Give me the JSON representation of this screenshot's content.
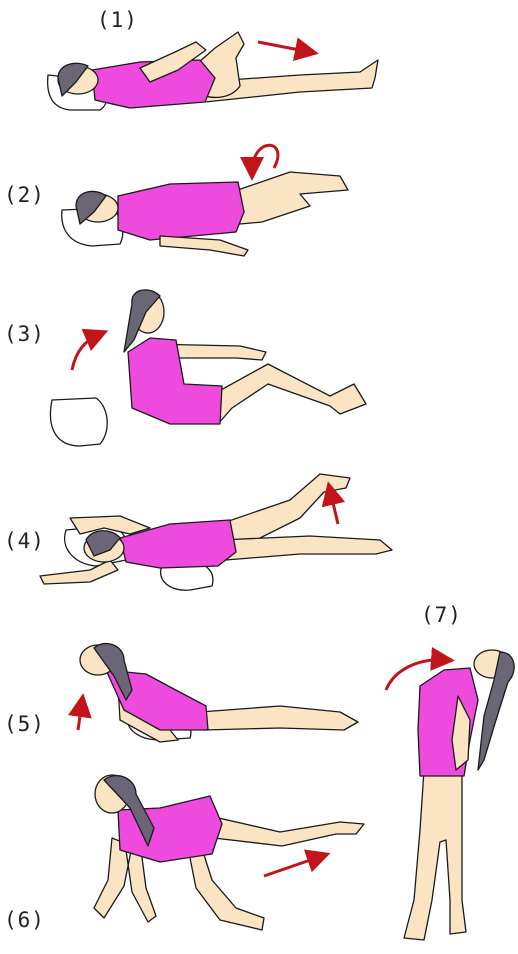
{
  "labels": [
    "(1)",
    "(2)",
    "(3)",
    "(4)",
    "(5)",
    "(6)",
    "(7)"
  ],
  "colors": {
    "skin": "#fbe4c3",
    "suit": "#ee4bde",
    "hair": "#6b6675",
    "arrow": "#c2141b",
    "outline": "#1a1a1a"
  },
  "figures": [
    {
      "id": 1,
      "pose": "lying-knee-to-chest",
      "arrow": "right"
    },
    {
      "id": 2,
      "pose": "lying-knees-bent",
      "arrow": "curved-down"
    },
    {
      "id": 3,
      "pose": "sit-up",
      "arrow": "curved-up"
    },
    {
      "id": 4,
      "pose": "prone-leg-raise",
      "arrow": "up"
    },
    {
      "id": 5,
      "pose": "prone-back-extension",
      "arrow": "up"
    },
    {
      "id": 6,
      "pose": "all-fours-leg-extension",
      "arrow": "right"
    },
    {
      "id": 7,
      "pose": "standing-back-bend",
      "arrow": "curved-back"
    }
  ]
}
